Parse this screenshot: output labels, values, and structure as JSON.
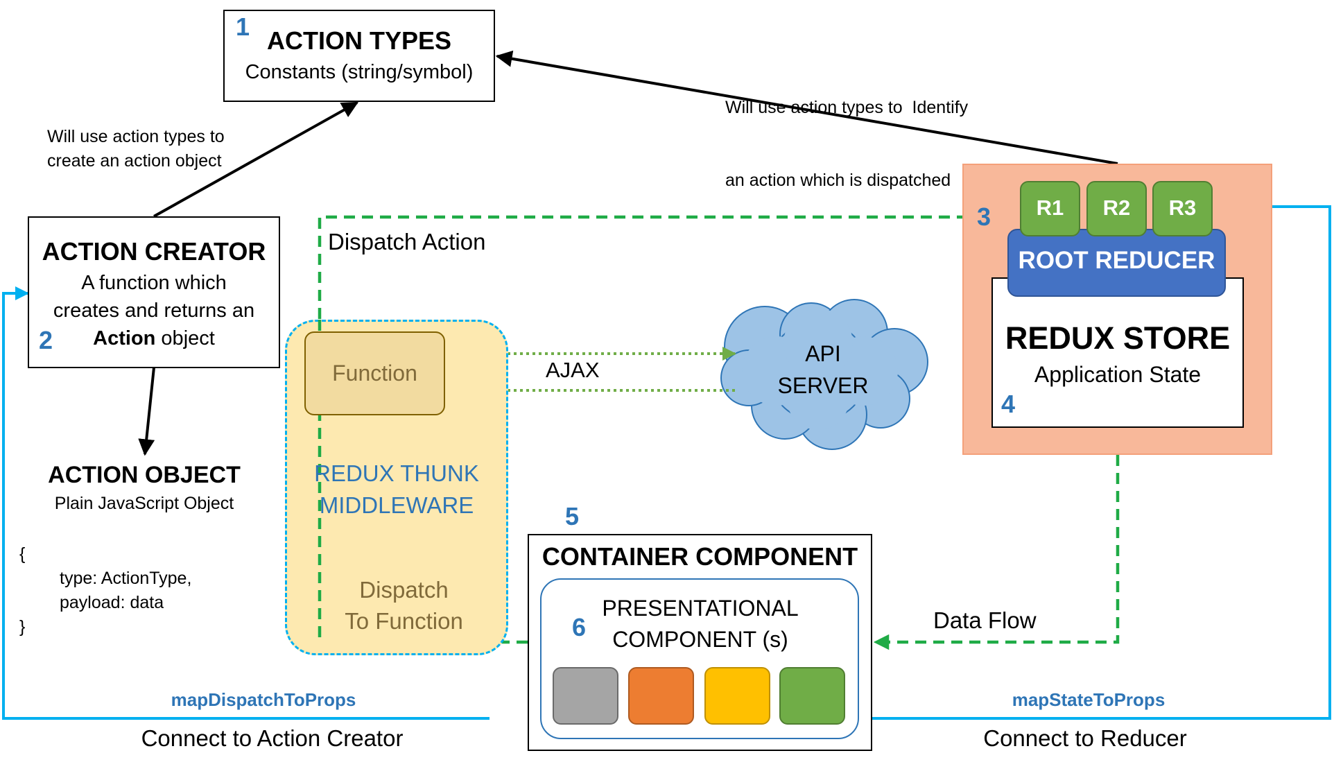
{
  "action_types": {
    "number": "1",
    "title": "ACTION TYPES",
    "subtitle": "Constants (string/symbol)"
  },
  "action_creator": {
    "number": "2",
    "title": "ACTION CREATOR",
    "line1": "A function which",
    "line2": "creates and returns an",
    "line3_bold": "Action",
    "line3_rest": " object"
  },
  "action_object": {
    "title": "ACTION OBJECT",
    "subtitle": "Plain JavaScript Object",
    "code_open": "{",
    "code_line1": "type: ActionType,",
    "code_line2": "payload: data",
    "code_close": "}"
  },
  "labels": {
    "creator_to_types_1": "Will use action types to",
    "creator_to_types_2": "create an action object",
    "reducer_to_types_1": "Will use action types to  Identify",
    "reducer_to_types_2": "an action which is dispatched",
    "dispatch_action": "Dispatch Action",
    "ajax": "AJAX",
    "data_flow": "Data Flow",
    "map_dispatch": "mapDispatchToProps",
    "connect_creator": "Connect to Action Creator",
    "map_state": "mapStateToProps",
    "connect_reducer": "Connect to Reducer"
  },
  "middleware": {
    "function_label": "Function",
    "title_line1": "REDUX THUNK",
    "title_line2": "MIDDLEWARE",
    "dispatch_line1": "Dispatch",
    "dispatch_line2": "To Function"
  },
  "api_server": {
    "line1": "API",
    "line2": "SERVER"
  },
  "store": {
    "reducer_number": "3",
    "reducers": [
      "R1",
      "R2",
      "R3"
    ],
    "root_reducer": "ROOT REDUCER",
    "title": "REDUX STORE",
    "subtitle": "Application State",
    "store_number": "4"
  },
  "container": {
    "number": "5",
    "title": "CONTAINER COMPONENT",
    "presentational_number": "6",
    "presentational_line1": "PRESENTATIONAL",
    "presentational_line2": "COMPONENT (s)",
    "swatches": [
      "#a5a5a5",
      "#ed7d31",
      "#ffc000",
      "#70ad47"
    ]
  },
  "colors": {
    "accent_blue": "#2e75b6",
    "connector_blue": "#00b0f0",
    "flow_green": "#1fab46",
    "ajax_green": "#70ad47",
    "store_bg": "#f8b89a",
    "root_reducer": "#4472c4",
    "reducer_green": "#70ad47",
    "middleware_bg": "#fde9b0",
    "cloud_fill": "#9dc3e6"
  }
}
